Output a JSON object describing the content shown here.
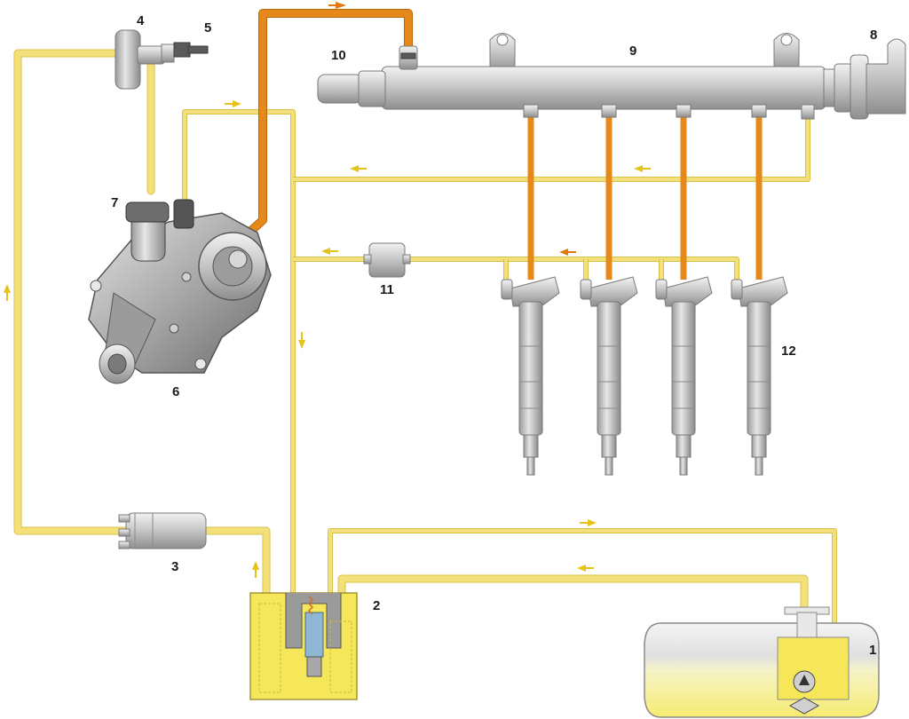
{
  "diagram": {
    "labels": [
      {
        "id": "1",
        "text": "1"
      },
      {
        "id": "2",
        "text": "2"
      },
      {
        "id": "3",
        "text": "3"
      },
      {
        "id": "4",
        "text": "4"
      },
      {
        "id": "5",
        "text": "5"
      },
      {
        "id": "6",
        "text": "6"
      },
      {
        "id": "7",
        "text": "7"
      },
      {
        "id": "8",
        "text": "8"
      },
      {
        "id": "9",
        "text": "9"
      },
      {
        "id": "10",
        "text": "10"
      },
      {
        "id": "11",
        "text": "11"
      },
      {
        "id": "12",
        "text": "12"
      }
    ],
    "colors": {
      "low_pressure": "#f3e07a",
      "high_pressure": "#e58a1a",
      "metal": "#c8c8c8"
    }
  }
}
